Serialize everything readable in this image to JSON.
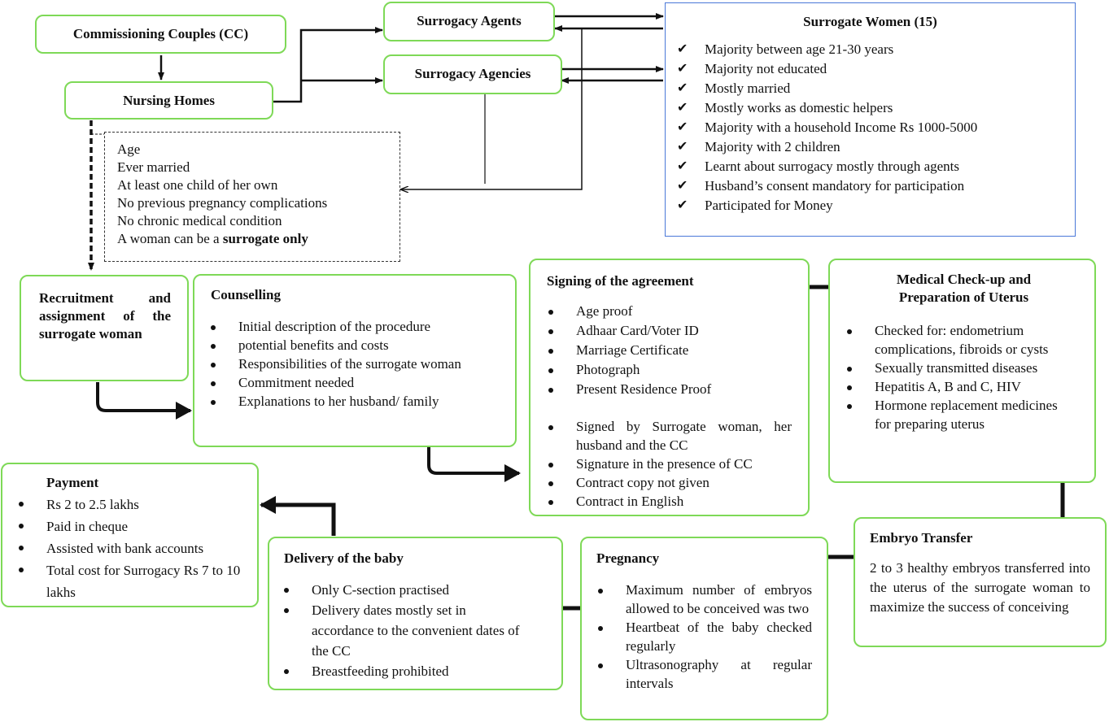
{
  "cc": {
    "title": "Commissioning Couples (CC)"
  },
  "nursing": {
    "title": "Nursing Homes"
  },
  "agents": {
    "title": "Surrogacy Agents"
  },
  "agencies": {
    "title": "Surrogacy Agencies"
  },
  "women": {
    "title": "Surrogate Women (15)",
    "items": [
      "Majority between age 21-30 years",
      "Majority not educated",
      "Mostly married",
      "Mostly works as domestic helpers",
      "Majority with a household Income Rs 1000-5000",
      "Majority with 2 children",
      "Learnt about surrogacy mostly through agents",
      "Husband’s consent mandatory for participation",
      "Participated for Money"
    ]
  },
  "criteria": {
    "items": [
      "Age",
      "Ever married",
      "At least one child of her own",
      "No previous pregnancy complications",
      "No chronic medical condition"
    ],
    "last_prefix": "A woman can be a ",
    "last_bold": "surrogate only"
  },
  "recruit": {
    "title": "Recruitment and assignment of the surrogate woman"
  },
  "counselling": {
    "title": "Counselling",
    "items": [
      "Initial description of the procedure",
      "potential benefits and costs",
      "Responsibilities of the surrogate woman",
      "Commitment needed",
      "Explanations to her husband/ family"
    ]
  },
  "agreement": {
    "title": "Signing of the agreement",
    "items_a": [
      "Age proof",
      "Adhaar Card/Voter ID",
      "Marriage Certificate",
      "Photograph",
      "Present Residence Proof"
    ],
    "items_b": [
      "Signed by Surrogate woman, her husband and the CC",
      "Signature in the presence of CC",
      "Contract copy not given",
      "Contract in English"
    ]
  },
  "medical": {
    "title": "Medical Check-up and Preparation of Uterus",
    "items": [
      "Checked for: endometrium complications, fibroids or cysts",
      "Sexually transmitted diseases",
      "Hepatitis A, B and C, HIV",
      "Hormone replacement medicines for preparing uterus"
    ]
  },
  "embryo": {
    "title": "Embryo Transfer",
    "text": "2 to 3 healthy embryos transferred into the uterus of the surrogate woman to maximize the success of conceiving"
  },
  "pregnancy": {
    "title": "Pregnancy",
    "items": [
      "Maximum number of embryos allowed to be conceived was two",
      "Heartbeat of the baby checked regularly",
      "Ultrasonography at regular intervals"
    ]
  },
  "delivery": {
    "title": "Delivery of the baby",
    "items": [
      "Only C-section practised",
      "Delivery dates mostly set in accordance to the convenient dates of the CC",
      "Breastfeeding prohibited"
    ]
  },
  "payment": {
    "title": "Payment",
    "items": [
      "Rs 2 to 2.5 lakhs",
      "Paid in cheque",
      "Assisted with bank accounts",
      "Total cost for Surrogacy Rs 7 to 10 lakhs"
    ]
  }
}
